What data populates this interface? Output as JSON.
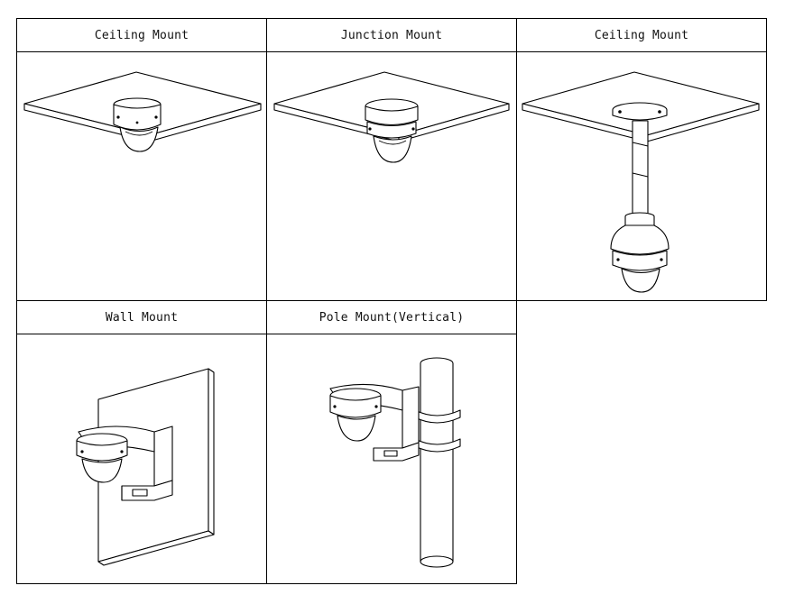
{
  "panels": [
    {
      "title": "Ceiling Mount",
      "illustration": "ceiling-mount-dome-camera"
    },
    {
      "title": "Junction Mount",
      "illustration": "junction-box-mount-dome-camera"
    },
    {
      "title": "Ceiling Mount",
      "illustration": "pendant-ceiling-mount-dome-camera"
    },
    {
      "title": "Wall Mount",
      "illustration": "wall-bracket-dome-camera"
    },
    {
      "title": "Pole Mount(Vertical)",
      "illustration": "pole-bracket-dome-camera"
    }
  ]
}
